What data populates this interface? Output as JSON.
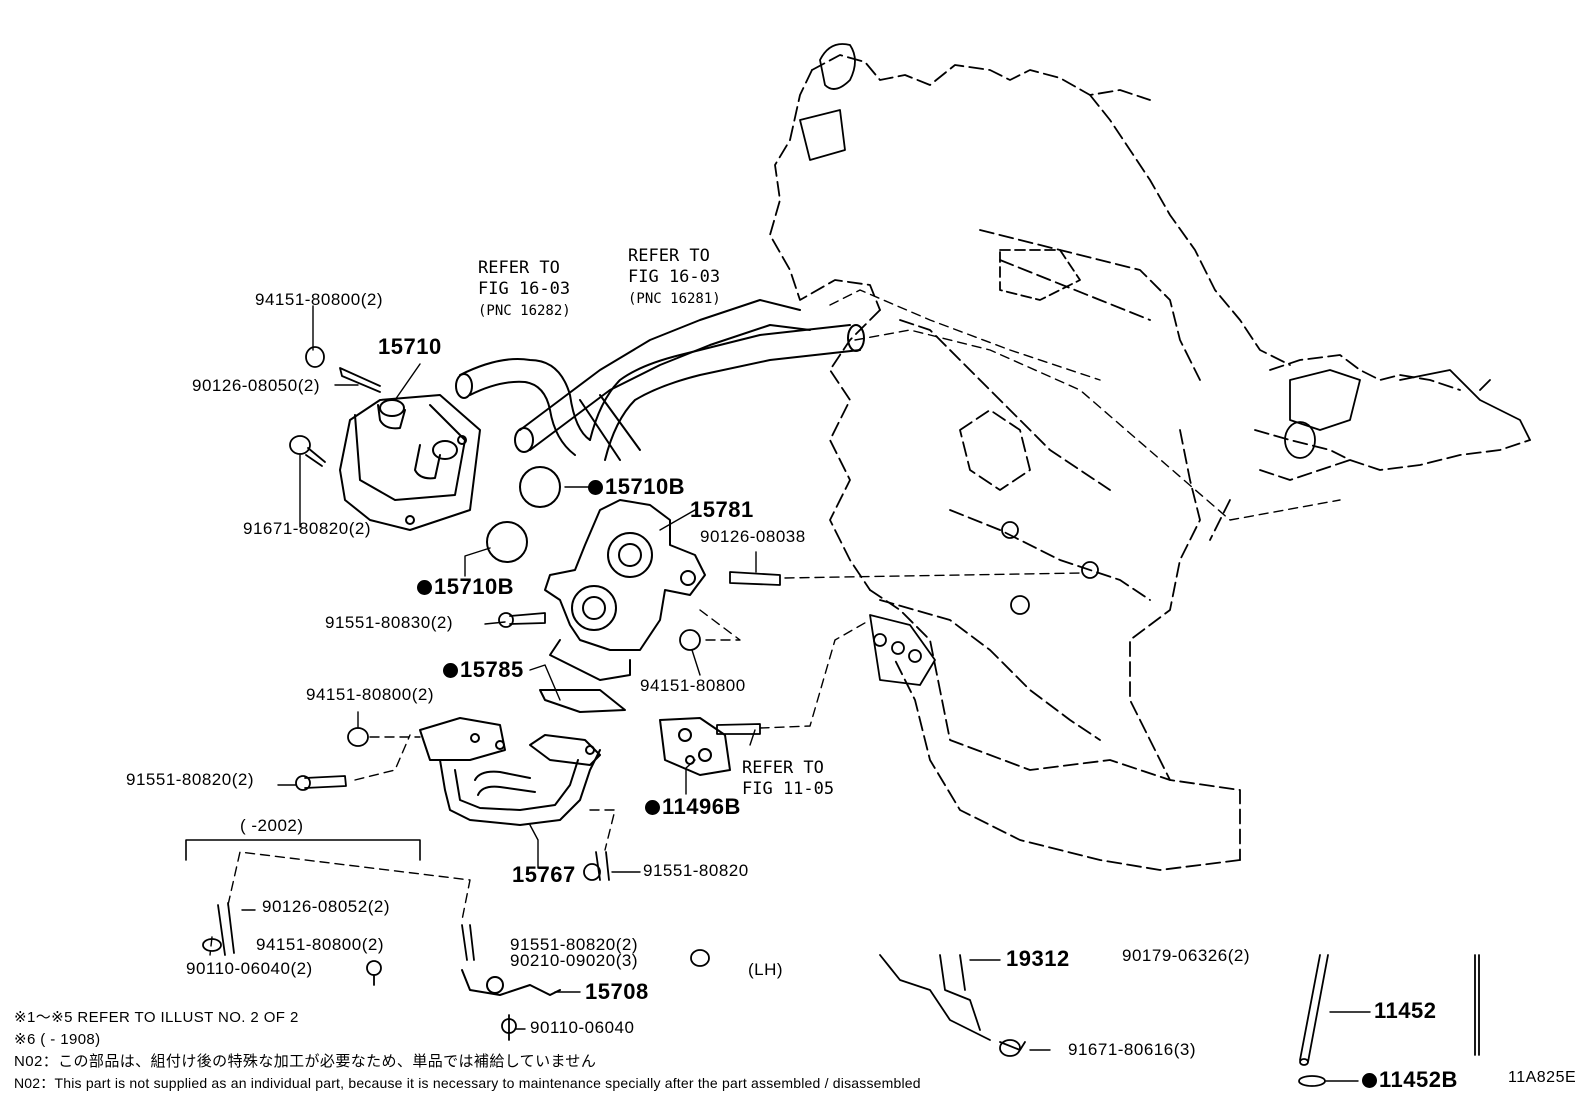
{
  "diagram_code": "11A825E",
  "refs": {
    "hose_left": {
      "line1": "REFER TO",
      "line2": "FIG 16-03",
      "line3": "(PNC 16282)"
    },
    "hose_right": {
      "line1": "REFER TO",
      "line2": "FIG 16-03",
      "line3": "(PNC 16281)"
    },
    "fig_11_05": {
      "line1": "REFER TO",
      "line2": "FIG 11-05"
    }
  },
  "parts": {
    "p94151_80800_2_top": "94151-80800(2)",
    "p15710": "15710",
    "p90126_08050": "90126-08050(2)",
    "p91671_80820": "91671-80820(2)",
    "p15710B_a": "15710B",
    "p15710B_b": "15710B",
    "p15781": "15781",
    "p90126_08038": "90126-08038",
    "p91551_80830": "91551-80830(2)",
    "p94151_80800_single": "94151-80800",
    "p15785": "15785",
    "p94151_80800_2_mid": "94151-80800(2)",
    "p91551_80820_2": "91551-80820(2)",
    "p11496B": "11496B",
    "p15767": "15767",
    "p91551_80820_single": "91551-80820",
    "p90126_08052": "90126-08052(2)",
    "p94151_80800_2_low": "94151-80800(2)",
    "p91551_80820_2_low": "91551-80820(2)",
    "p90210_09020": "90210-09020(3)",
    "p90110_06040_2": "90110-06040(2)",
    "p15708": "15708",
    "p90110_06040": "90110-06040",
    "lh": "(LH)",
    "p19312": "19312",
    "p90179_06326": "90179-06326(2)",
    "p11452": "11452",
    "p91671_80616": "91671-80616(3)",
    "p11452B": "11452B"
  },
  "bracket_range": "(        -2002)",
  "notes": {
    "n1": "※1～※5 REFER TO ILLUST NO. 2 OF 2",
    "n2": "※6 (        - 1908)",
    "n3": "N02：この部品は、組付け後の特殊な加工が必要なため、単品では補給していません",
    "n4": "N02：This part is not supplied as an individual part, because it is necessary to maintenance specially after the part assembled / disassembled"
  }
}
